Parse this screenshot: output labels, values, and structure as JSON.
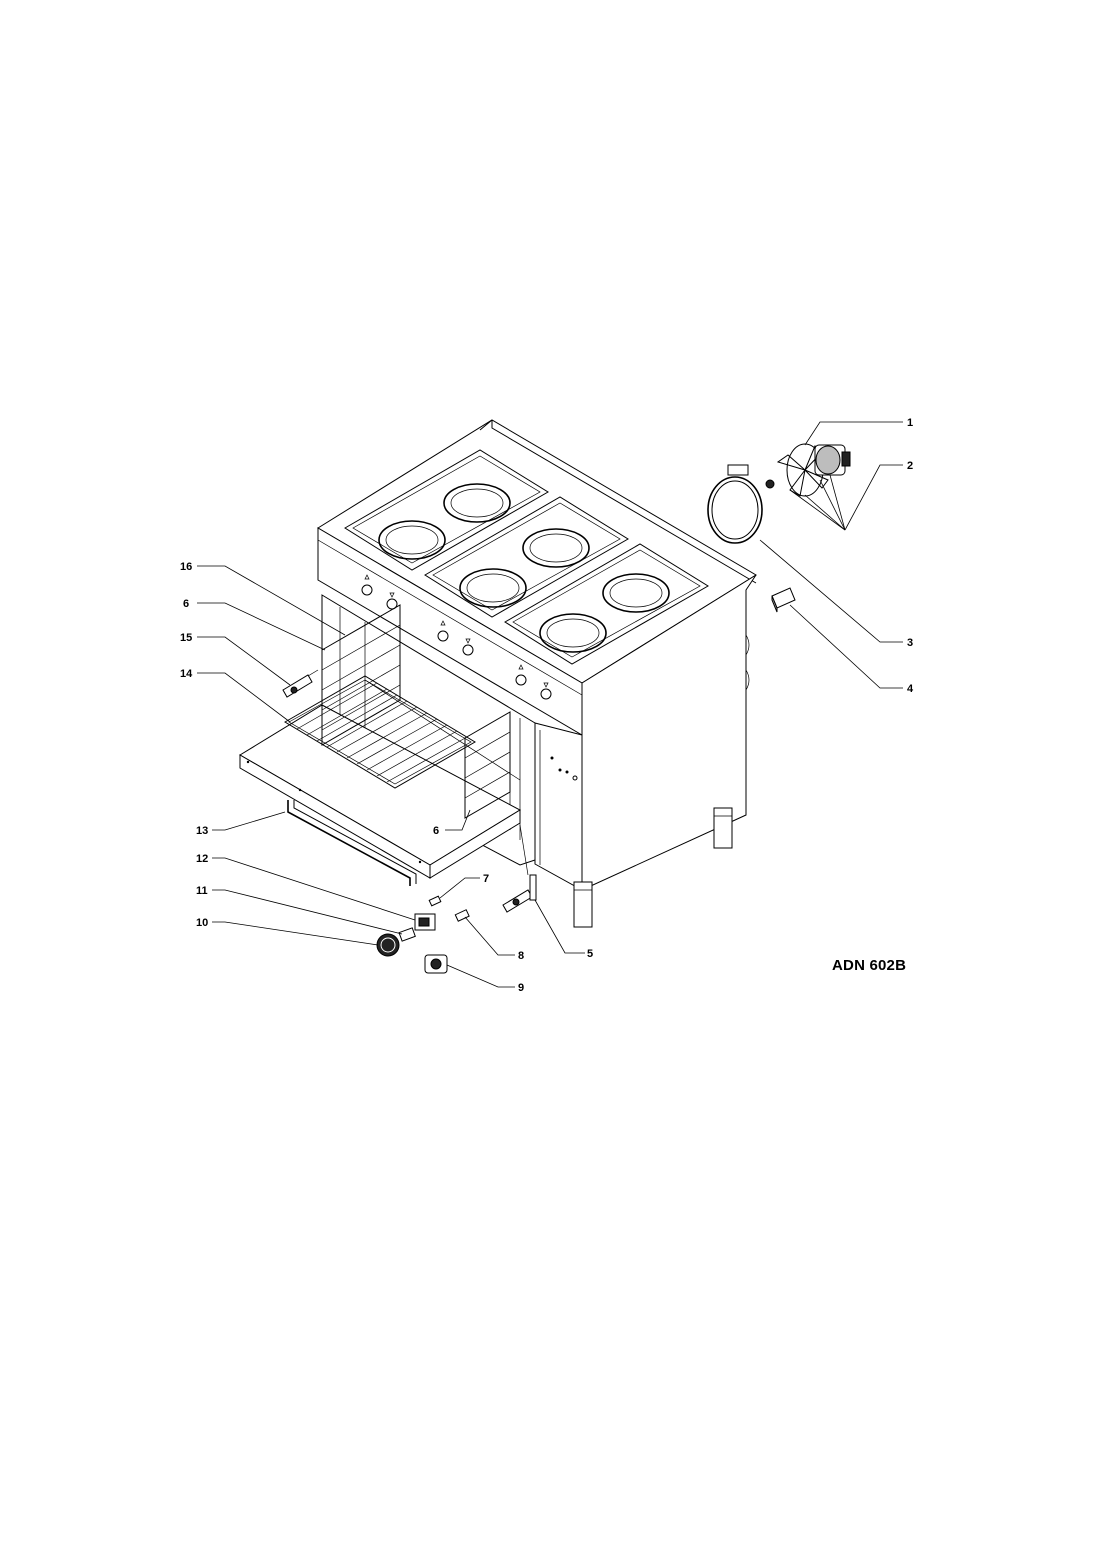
{
  "document": {
    "model_label": "ADN 602B"
  },
  "callouts": {
    "c1": "1",
    "c2": "2",
    "c3": "3",
    "c4": "4",
    "c5": "5",
    "c6a": "6",
    "c6b": "6",
    "c7": "7",
    "c8": "8",
    "c9": "9",
    "c10": "10",
    "c11": "11",
    "c12": "12",
    "c13": "13",
    "c14": "14",
    "c15": "15",
    "c16": "16"
  }
}
